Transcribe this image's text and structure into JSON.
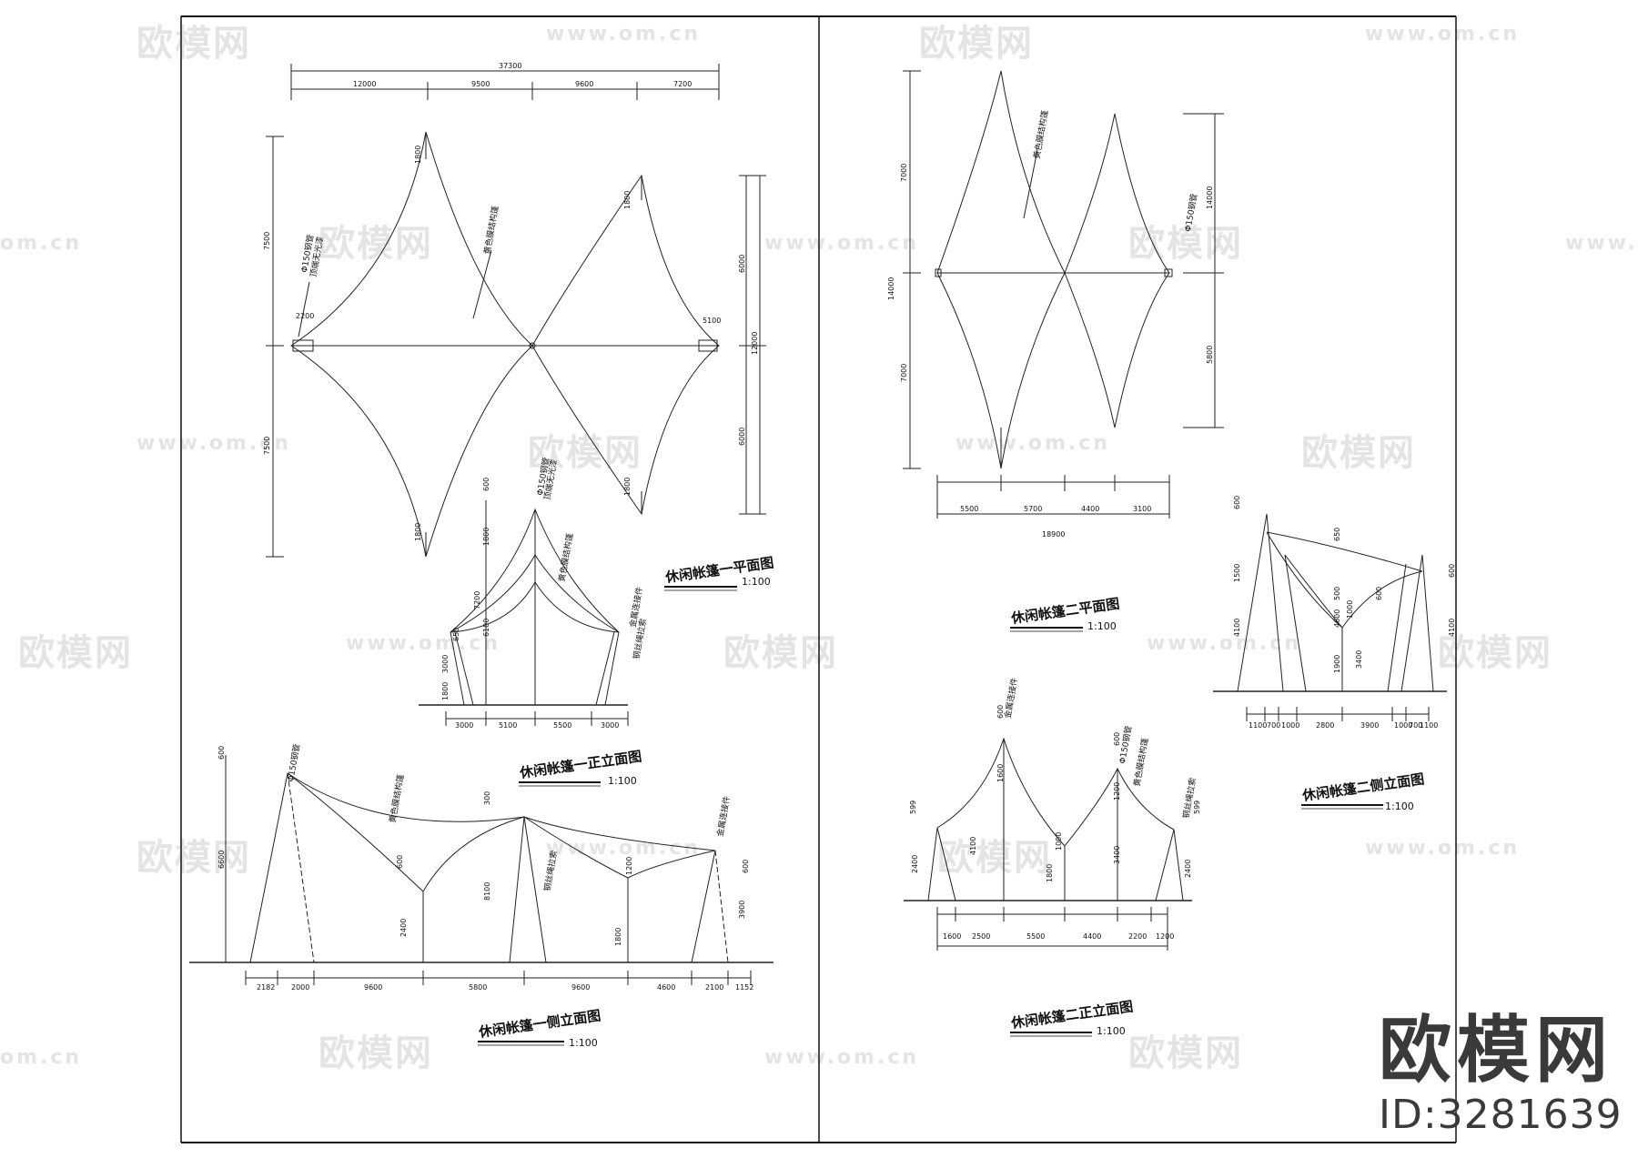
{
  "watermark": {
    "logo_text": "欧模网",
    "url_text": "www.om.cn",
    "partial_url": "om.cn"
  },
  "brand": {
    "logo": "欧模网",
    "id_label": "ID:3281639"
  },
  "drawings": {
    "tent1_plan": {
      "title": "休闲帐篷一平面图",
      "scale": "1:100",
      "dims_top": [
        "37300",
        "12000",
        "9500",
        "9600",
        "7200"
      ],
      "dims_left": [
        "7500",
        "7500"
      ],
      "dims_right": [
        "6000",
        "12000",
        "6000"
      ],
      "dims_local": [
        "1800",
        "1800",
        "1800",
        "1800",
        "2200",
        "5100"
      ],
      "notes": [
        "Φ150钢管",
        "顶端无光漆",
        "黄色膜结构篷"
      ]
    },
    "tent1_front": {
      "title": "休闲帐篷一正立面图",
      "scale": "1:100",
      "dims_v": [
        "600",
        "1800",
        "7200",
        "6100",
        "650",
        "3000",
        "1800"
      ],
      "dims_h": [
        "3000",
        "5100",
        "5500",
        "3000"
      ],
      "notes": [
        "Φ150钢管",
        "顶端无光漆",
        "黄色膜结构篷",
        "金属连接件",
        "钢丝绳拉索"
      ]
    },
    "tent1_side": {
      "title": "休闲帐篷一侧立面图",
      "scale": "1:100",
      "dims_v": [
        "600",
        "6600",
        "300",
        "600",
        "2400",
        "8100",
        "1200",
        "1800",
        "600",
        "3900"
      ],
      "dims_h": [
        "2182",
        "2000",
        "9600",
        "5800",
        "9600",
        "4600",
        "2100",
        "1152"
      ],
      "notes": [
        "Φ150钢管",
        "黄色膜结构篷",
        "钢丝绳拉索",
        "金属连接件"
      ]
    },
    "tent2_plan": {
      "title": "休闲帐篷二平面图",
      "scale": "1:100",
      "dims_left": [
        "7000",
        "14000",
        "7000"
      ],
      "dims_right": [
        "14000",
        "5800"
      ],
      "dims_h": [
        "5500",
        "5700",
        "4400",
        "3100"
      ],
      "dims_total": "18900",
      "notes": [
        "黄色膜结构篷",
        "Φ150钢管"
      ]
    },
    "tent2_side": {
      "title": "休闲帐篷二侧立面图",
      "scale": "1:100",
      "dims_v": [
        "600",
        "1500",
        "4100",
        "650",
        "4600",
        "1000",
        "500",
        "600",
        "3400",
        "1900",
        "600",
        "4100"
      ],
      "dims_h": [
        "1100",
        "700",
        "1000",
        "2800",
        "3900",
        "1000",
        "700",
        "1100"
      ]
    },
    "tent2_front": {
      "title": "休闲帐篷二正立面图",
      "scale": "1:100",
      "dims_v": [
        "600",
        "1600",
        "599",
        "2400",
        "4100",
        "600",
        "1200",
        "3400",
        "1800",
        "2400",
        "599",
        "1000"
      ],
      "dims_h": [
        "1600",
        "2500",
        "5500",
        "4400",
        "2200",
        "1200"
      ],
      "notes": [
        "金属连接件",
        "Φ150钢管",
        "黄色膜结构篷",
        "钢丝绳拉索"
      ]
    }
  }
}
